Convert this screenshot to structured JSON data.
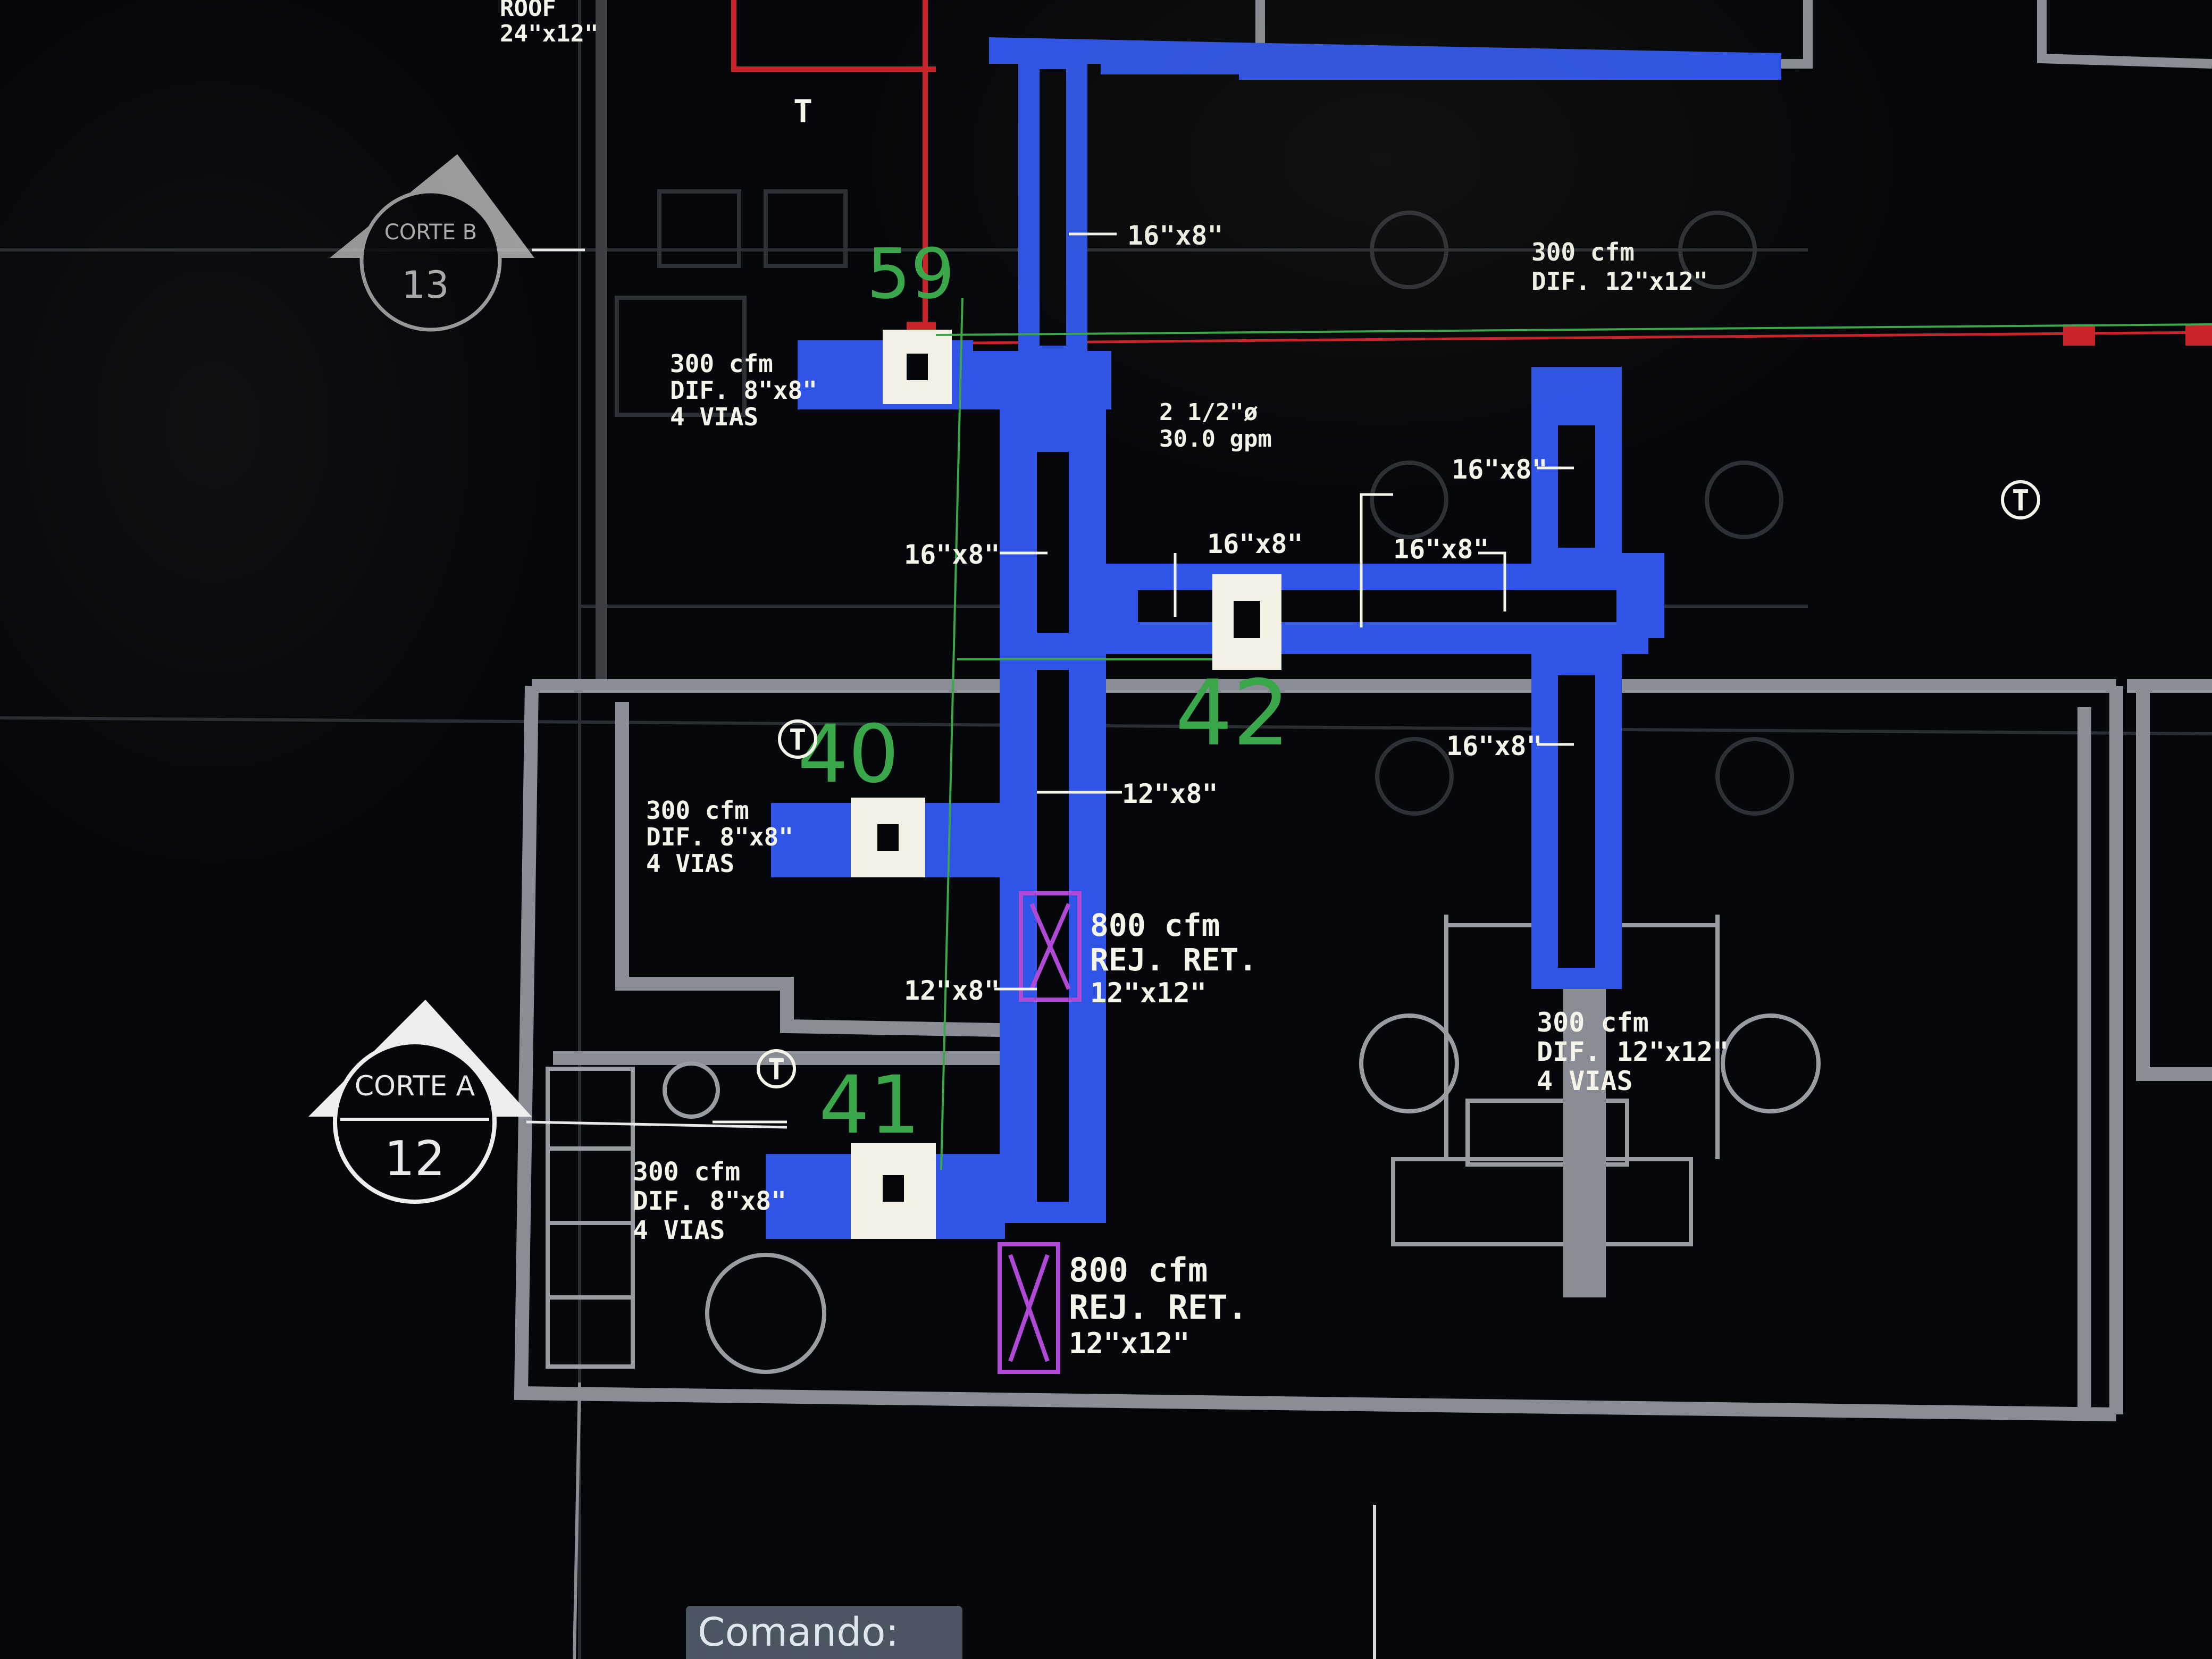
{
  "app": {
    "command_tab_label": "Comando:"
  },
  "colors": {
    "background": "#05070a",
    "duct_blue": "#2f54e6",
    "walls_gray": "#8a8d95",
    "text_white": "#f4f4ea",
    "dimension_green": "#3aa84a",
    "red_line": "#c8242a",
    "magenta_box": "#b04ad6"
  },
  "section_markers": [
    {
      "id": "corte-a",
      "top_text": "CORTE A",
      "bottom_text": "12"
    },
    {
      "id": "corte-b",
      "top_text": "CORTE B",
      "bottom_text": "13"
    }
  ],
  "dimension_numbers": [
    "59",
    "42",
    "40",
    "41"
  ],
  "duct_labels": {
    "left_top": [
      "300 cfm",
      "DIF. 8\"x8\"",
      "4 VIAS"
    ],
    "left_mid": [
      "300 cfm",
      "DIF. 8\"x8\"",
      "4 VIAS"
    ],
    "left_bottom": [
      "300 cfm",
      "DIF. 8\"x8\"",
      "4 VIAS"
    ],
    "right_top": [
      "300 cfm",
      "DIF. 12\"x12\""
    ],
    "right_bottom": [
      "300 cfm",
      "DIF. 12\"x12\"",
      "4 VIAS"
    ],
    "return_upper": [
      "800 cfm",
      "REJ. RET.",
      "12\"x12\""
    ],
    "return_lower": [
      "800 cfm",
      "REJ. RET.",
      "12\"x12\""
    ],
    "pipe_note": [
      "2 1/2\"ø",
      "30.0 gpm"
    ]
  },
  "duct_sizes": {
    "top_vertical": "16\"x8\"",
    "left_branch": "16\"x8\"",
    "center_top": "16\"x8\"",
    "right_upper": "16\"x8\"",
    "right_mid": "16\"x8\"",
    "right_lower": "16\"x8\"",
    "main_mid": "12\"x8\"",
    "main_lower": "12\"x8\""
  },
  "tags": [
    "T",
    "T",
    "T",
    "T"
  ],
  "top_left_label": [
    "ROOF",
    "24\"x12\""
  ]
}
